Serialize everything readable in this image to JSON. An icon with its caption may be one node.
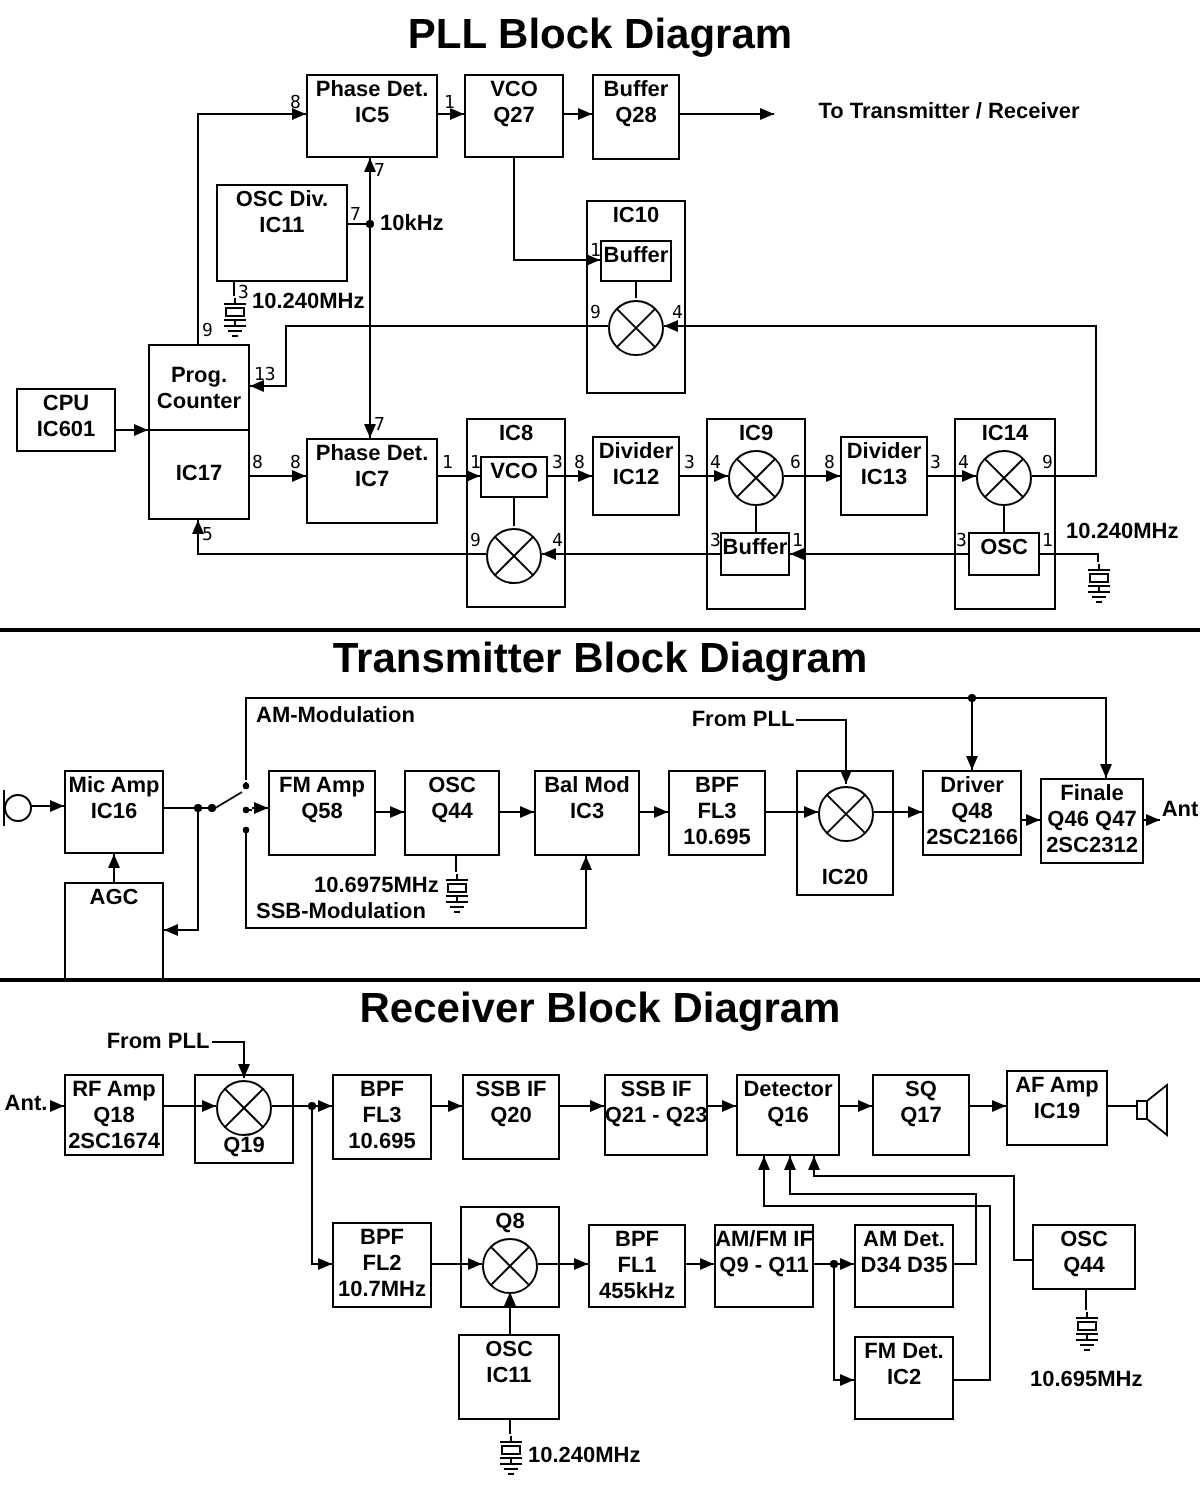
{
  "diagram": {
    "nodes": [
      {
        "text": [
          "Phase Det.",
          "IC5"
        ]
      },
      {
        "text": [
          "VCO",
          "Q27"
        ]
      },
      {
        "text": [
          "Buffer",
          "Q28"
        ]
      },
      {
        "text": [
          "To Transmitter / Receiver"
        ]
      },
      {
        "text": [
          "OSC Div.",
          "IC11"
        ]
      },
      {
        "text": [],
        "shape": "crystal",
        "beside": [
          "10.240MHz"
        ]
      },
      {
        "text": [
          "IC10"
        ]
      },
      {
        "text": [
          "Buffer"
        ],
        "in": 6
      },
      {
        "text": [
          "CPU",
          "IC601"
        ]
      },
      {
        "text": [
          "Prog. Counter",
          "IC17"
        ]
      },
      {
        "text": [
          "Phase Det.",
          "IC7"
        ]
      },
      {
        "text": [
          "IC8"
        ]
      },
      {
        "text": [
          "VCO"
        ],
        "in": 11
      },
      {
        "text": [
          "Divider",
          "IC12"
        ]
      },
      {
        "text": [
          "IC9"
        ]
      },
      {
        "text": [
          "Buffer"
        ],
        "in": 14
      },
      {
        "text": [
          "Divider",
          "IC13"
        ]
      },
      {
        "text": [
          "IC14"
        ]
      },
      {
        "text": [
          "OSC"
        ],
        "in": 17
      },
      {
        "text": [],
        "shape": "crystal",
        "beside": [
          "10.240MHz"
        ]
      },
      {
        "text": [],
        "shape": "picture"
      },
      {
        "text": [
          "Mic Amp",
          "IC16"
        ]
      },
      {
        "text": [
          "AGC"
        ]
      },
      {
        "text": [],
        "shape": "switch"
      },
      {
        "text": [
          "FM Amp",
          "Q58"
        ]
      },
      {
        "text": [
          "OSC",
          "Q44"
        ]
      },
      {
        "text": [],
        "shape": "crystal",
        "beside": [
          "10.6975MHz"
        ]
      },
      {
        "text": [
          "Bal Mod",
          "IC3"
        ]
      },
      {
        "text": [
          "BPF",
          "FL3",
          "10.695"
        ]
      },
      {
        "text": [
          "From PLL"
        ]
      },
      {
        "text": [
          "IC20"
        ]
      },
      {
        "text": [
          "Driver",
          "Q48",
          "2SC2166"
        ]
      },
      {
        "text": [
          "Finale",
          "Q46 Q47",
          "2SC2312"
        ]
      },
      {
        "text": [
          "RF Amp",
          "Q18",
          "2SC1674"
        ]
      },
      {
        "text": [
          "From PLL"
        ]
      },
      {
        "text": [
          "Q19"
        ]
      },
      {
        "text": [
          "BPF",
          "FL3",
          "10.695"
        ]
      },
      {
        "text": [
          "SSB IF",
          "Q20"
        ]
      },
      {
        "text": [
          "SSB IF",
          "Q21 - Q23"
        ]
      },
      {
        "text": [
          "Detector",
          "Q16"
        ]
      },
      {
        "text": [
          "SQ",
          "Q17"
        ]
      },
      {
        "text": [
          "AF Amp",
          "IC19"
        ]
      },
      {
        "text": [],
        "shape": "picture"
      },
      {
        "text": [
          "BPF",
          "FL2",
          "10.7MHz"
        ]
      },
      {
        "text": [
          "Q8"
        ]
      },
      {
        "text": [
          "BPF",
          "FL1",
          "455kHz"
        ]
      },
      {
        "text": [
          "AM/FM IF",
          "Q9 - Q11"
        ]
      },
      {
        "text": [
          "AM Det.",
          "D34 D35"
        ]
      },
      {
        "text": [
          "OSC",
          "IC11"
        ]
      },
      {
        "text": [],
        "shape": "crystal",
        "beside": [
          "10.240MHz"
        ]
      },
      {
        "text": [
          "FM Det.",
          "IC2"
        ]
      },
      {
        "text": [
          "OSC",
          "Q44"
        ]
      },
      {
        "text": [],
        "shape": "crystal",
        "beside": [
          "10.695MHz"
        ]
      },
      {
        "text": [
          "Ant"
        ]
      },
      {
        "text": [
          "Ant."
        ]
      },
      {
        "text": [],
        "shape": "circle",
        "in": 6
      },
      {
        "text": [],
        "shape": "circle",
        "in": 11
      },
      {
        "text": [],
        "shape": "circle",
        "in": 14
      },
      {
        "text": [],
        "shape": "circle",
        "in": 17
      },
      {
        "text": [],
        "shape": "circle",
        "in": 30
      },
      {
        "text": [],
        "shape": "circle",
        "in": 35
      },
      {
        "text": [],
        "shape": "circle",
        "in": 44
      }
    ],
    "edges": [
      {
        "from": 9,
        "to": 0,
        "arrow": "to"
      },
      {
        "from": 0,
        "to": 1,
        "arrow": "to"
      },
      {
        "from": 1,
        "to": 2,
        "arrow": "to"
      },
      {
        "from": 2,
        "to": 3,
        "arrow": "to"
      },
      {
        "from": 1,
        "to": 7,
        "arrow": "to"
      },
      {
        "from": 4,
        "to": 0,
        "arrow": "to"
      },
      {
        "from": 4,
        "to": 10,
        "arrow": "to"
      },
      {
        "from": 4,
        "to": 5,
        "arrow": "none"
      },
      {
        "from": 55,
        "to": 9,
        "arrow": "to"
      },
      {
        "from": 58,
        "to": 55,
        "arrow": "to"
      },
      {
        "from": 8,
        "to": 9,
        "arrow": "to"
      },
      {
        "from": 9,
        "to": 10,
        "arrow": "to"
      },
      {
        "from": 10,
        "to": 12,
        "arrow": "to"
      },
      {
        "from": 12,
        "to": 13,
        "arrow": "to"
      },
      {
        "from": 13,
        "to": 57,
        "arrow": "to"
      },
      {
        "from": 57,
        "to": 16,
        "arrow": "to"
      },
      {
        "from": 16,
        "to": 58,
        "arrow": "to"
      },
      {
        "from": 18,
        "to": 15,
        "arrow": "to"
      },
      {
        "from": 15,
        "to": 56,
        "arrow": "to"
      },
      {
        "from": 56,
        "to": 9,
        "arrow": "to"
      },
      {
        "from": 18,
        "to": 19,
        "arrow": "none"
      },
      {
        "from": 20,
        "to": 21,
        "arrow": "to"
      },
      {
        "from": 21,
        "to": 23,
        "arrow": "other"
      },
      {
        "from": 21,
        "to": 22,
        "arrow": "to"
      },
      {
        "from": 22,
        "to": 21,
        "arrow": "to"
      },
      {
        "from": 23,
        "to": 24,
        "arrow": "to"
      },
      {
        "from": 23,
        "to": 31,
        "arrow": "to"
      },
      {
        "from": 23,
        "to": 32,
        "arrow": "to"
      },
      {
        "from": 23,
        "to": 27,
        "arrow": "to"
      },
      {
        "from": 24,
        "to": 25,
        "arrow": "to"
      },
      {
        "from": 25,
        "to": 27,
        "arrow": "to"
      },
      {
        "from": 25,
        "to": 26,
        "arrow": "none"
      },
      {
        "from": 27,
        "to": 28,
        "arrow": "to"
      },
      {
        "from": 28,
        "to": 59,
        "arrow": "to"
      },
      {
        "from": 29,
        "to": 59,
        "arrow": "to"
      },
      {
        "from": 59,
        "to": 31,
        "arrow": "to"
      },
      {
        "from": 31,
        "to": 32,
        "arrow": "to"
      },
      {
        "from": 32,
        "to": 53,
        "arrow": "to"
      },
      {
        "from": 54,
        "to": 33,
        "arrow": "to"
      },
      {
        "from": 33,
        "to": 60,
        "arrow": "to"
      },
      {
        "from": 34,
        "to": 60,
        "arrow": "to"
      },
      {
        "from": 60,
        "to": 36,
        "arrow": "to"
      },
      {
        "from": 60,
        "to": 43,
        "arrow": "to"
      },
      {
        "from": 36,
        "to": 37,
        "arrow": "to"
      },
      {
        "from": 37,
        "to": 38,
        "arrow": "to"
      },
      {
        "from": 38,
        "to": 39,
        "arrow": "to"
      },
      {
        "from": 39,
        "to": 40,
        "arrow": "to"
      },
      {
        "from": 40,
        "to": 41,
        "arrow": "to"
      },
      {
        "from": 41,
        "to": 42,
        "arrow": "none"
      },
      {
        "from": 43,
        "to": 61,
        "arrow": "to"
      },
      {
        "from": 48,
        "to": 61,
        "arrow": "to"
      },
      {
        "from": 48,
        "to": 49,
        "arrow": "none"
      },
      {
        "from": 61,
        "to": 45,
        "arrow": "to"
      },
      {
        "from": 45,
        "to": 46,
        "arrow": "to"
      },
      {
        "from": 46,
        "to": 47,
        "arrow": "to"
      },
      {
        "from": 46,
        "to": 50,
        "arrow": "to"
      },
      {
        "from": 47,
        "to": 39,
        "arrow": "to"
      },
      {
        "from": 50,
        "to": 39,
        "arrow": "to"
      },
      {
        "from": 51,
        "to": 39,
        "arrow": "to"
      },
      {
        "from": 51,
        "to": 52,
        "arrow": "none"
      },
      {
        "from": 7,
        "to": 55,
        "arrow": "none"
      },
      {
        "from": 12,
        "to": 56,
        "arrow": "none"
      },
      {
        "from": 57,
        "to": 15,
        "arrow": "none"
      },
      {
        "from": 58,
        "to": 18,
        "arrow": "none"
      }
    ],
    "labels": [
      "PLL Block Diagram",
      "8",
      "1",
      "7",
      "7",
      "10kHz",
      "1",
      "3",
      "9",
      "4",
      "9",
      "13",
      "7",
      "8",
      "8",
      "1",
      "1",
      "3",
      "8",
      "3",
      "4",
      "6",
      "8",
      "3",
      "4",
      "9",
      "5",
      "9",
      "4",
      "3",
      "1",
      "3",
      "1",
      "Transmitter Block Diagram",
      "AM-Modulation",
      "SSB-Modulation",
      "Receiver Block Diagram"
    ]
  }
}
